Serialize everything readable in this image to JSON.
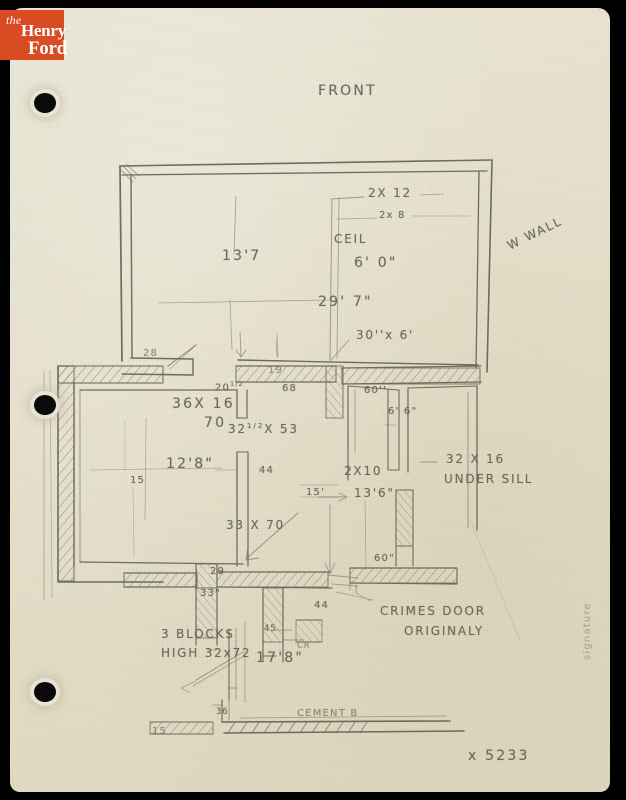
{
  "document": {
    "type": "pencil architectural floor plan sketch",
    "paper_color": "#e5e0ca",
    "pencil_color": "#5c5a50",
    "catalog_number": "x 5233",
    "signature": "signature"
  },
  "watermark": {
    "name": "the-henry-ford-logo",
    "line1": "the",
    "line2": "Henry",
    "line3": "Ford",
    "color": "#d94b22"
  },
  "annotations": {
    "front": "FRONT",
    "w_wall": "W WALL",
    "upper_room": {
      "width_13_7": "13'7",
      "joist_2x12": "2X 12",
      "joist_2x8": "2x 8",
      "ceil_label": "CEIL",
      "ceil_height": "6' 0\"",
      "length_29_7": "29' 7\"",
      "opening_30x6": "30''x 6'",
      "mark_28": "28"
    },
    "mid_walls": {
      "m20_5": "20",
      "m20_5_frac": "1/2",
      "m19": "19",
      "m68": "68",
      "m60": "60''",
      "m36x16": "36X 16",
      "m70": "70",
      "m32_5x53_a": "32",
      "m32_5x53_frac": "1/2",
      "m32_5x53_b": "X 53",
      "m6_6": "6' 6\"",
      "m12_8": "12'8\"",
      "m15_left": "15",
      "m44": "44",
      "m15_mid": "15'",
      "m2x10": "2X10",
      "m13_6": "13'6\"",
      "m32x16": "32 X 16",
      "under_sill": "UNDER SILL"
    },
    "lower": {
      "m33x70": "33 X 70",
      "m29": "29",
      "m33_in": "33\"",
      "m44b": "44",
      "m45": "45",
      "m60b": "60\"",
      "m_cr": "CR",
      "blocks_line1": "3 BLOCKS",
      "blocks_line2": "HIGH 32x72",
      "m17_8": "17'8\"",
      "m36": "36",
      "cement_b": "CEMENT B",
      "m15_bottom": "15",
      "crimes_door_l1": "CRIMES DOOR",
      "crimes_door_l2": "ORIGINALY"
    }
  }
}
